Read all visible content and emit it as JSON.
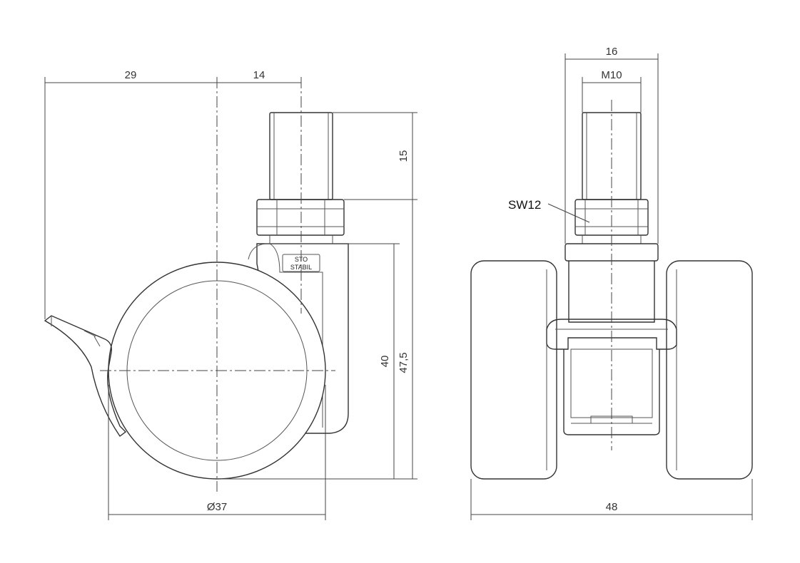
{
  "side_view": {
    "dim_offset": "29",
    "dim_stem_width": "14",
    "dim_stem_height": "15",
    "dim_body_height": "40",
    "dim_total_height": "47,5",
    "dim_wheel_diameter": "Ø37"
  },
  "front_view": {
    "dim_nut_width": "16",
    "dim_thread": "M10",
    "dim_total_width": "48",
    "wrench_size": "SW12"
  },
  "logo": {
    "text_top": "STO",
    "text_bottom": "STABIL"
  }
}
